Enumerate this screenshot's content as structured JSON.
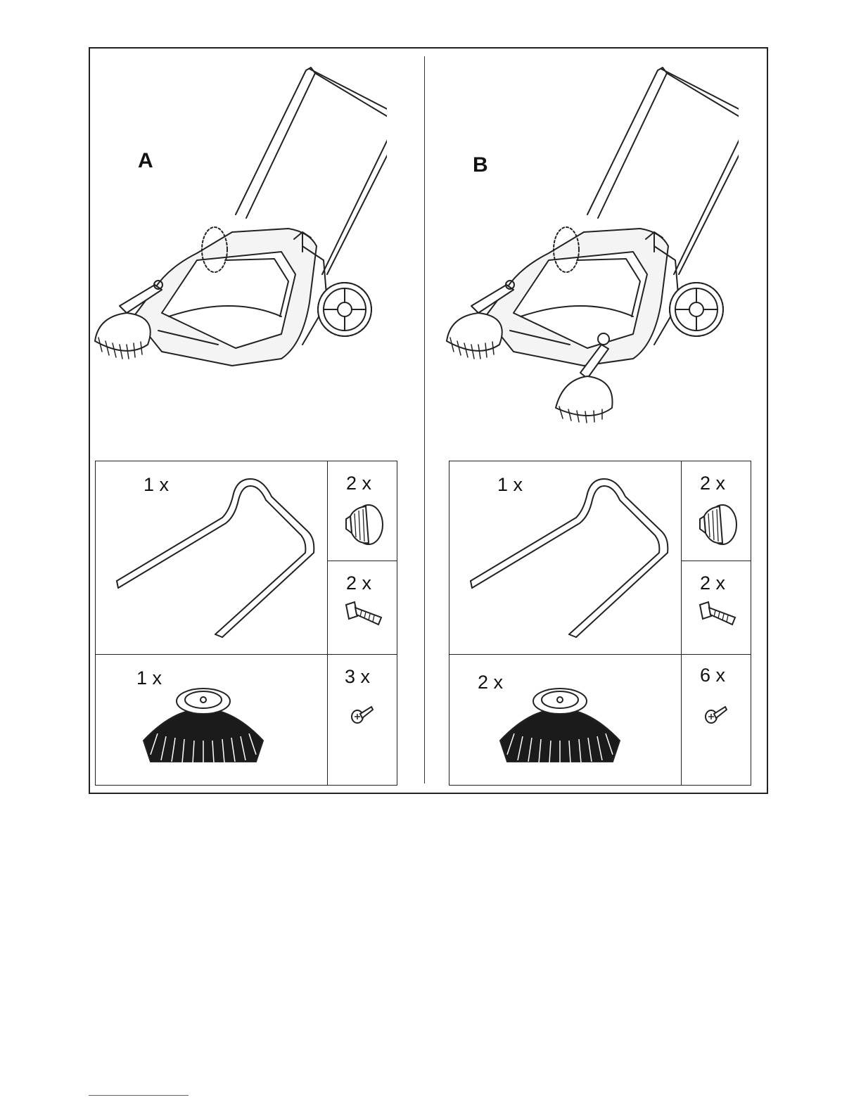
{
  "variants": [
    {
      "label": "A",
      "parts": {
        "handle_qty": "1 x",
        "knob_qty": "2 x",
        "bolt_qty": "2 x",
        "brush_qty": "1 x",
        "screw_qty": "3 x"
      }
    },
    {
      "label": "B",
      "parts": {
        "handle_qty": "1 x",
        "knob_qty": "2 x",
        "bolt_qty": "2 x",
        "brush_qty": "2 x",
        "screw_qty": "6 x"
      }
    }
  ],
  "icons": [
    "push-sweeper-icon",
    "handle-bar-icon",
    "knob-icon",
    "bolt-icon",
    "side-brush-icon",
    "screw-icon"
  ],
  "colors": {
    "line": "#222222",
    "footer_rule": "#3a62c9"
  }
}
